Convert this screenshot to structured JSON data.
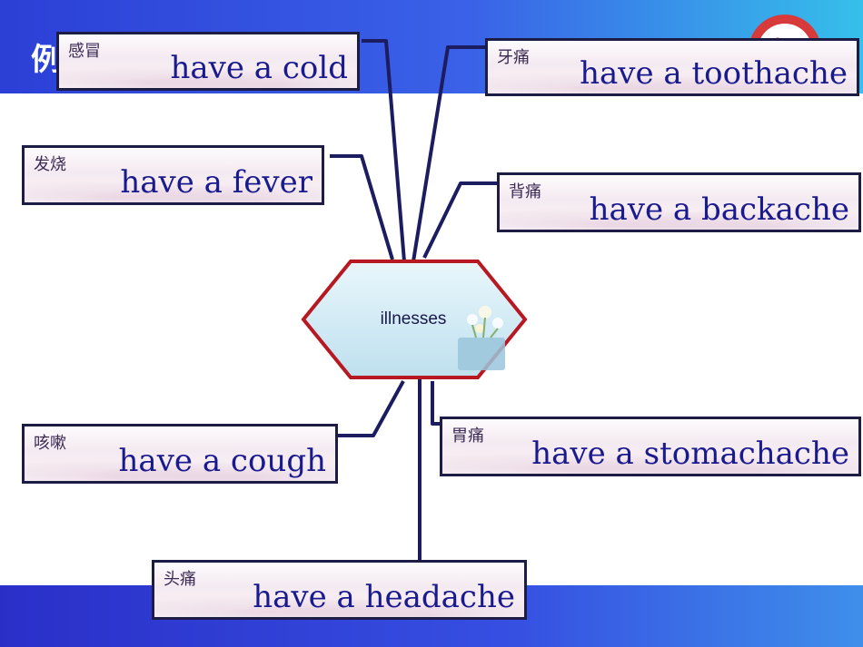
{
  "slide": {
    "title_char": "例",
    "center_label": "illnesses"
  },
  "colors": {
    "connector": "#1c1c60",
    "hex_border": "#b81822",
    "english_text": "#1a1a8f"
  },
  "cards": [
    {
      "id": "cold",
      "cn": "感冒",
      "en": "have a cold"
    },
    {
      "id": "toothache",
      "cn": "牙痛",
      "en": "have a toothache"
    },
    {
      "id": "fever",
      "cn": "发烧",
      "en": "have a fever"
    },
    {
      "id": "backache",
      "cn": "背痛",
      "en": "have a backache"
    },
    {
      "id": "cough",
      "cn": "咳嗽",
      "en": "have a cough"
    },
    {
      "id": "stomachache",
      "cn": "胃痛",
      "en": "have a stomachache"
    },
    {
      "id": "headache",
      "cn": "头痛",
      "en": "have a headache"
    }
  ]
}
